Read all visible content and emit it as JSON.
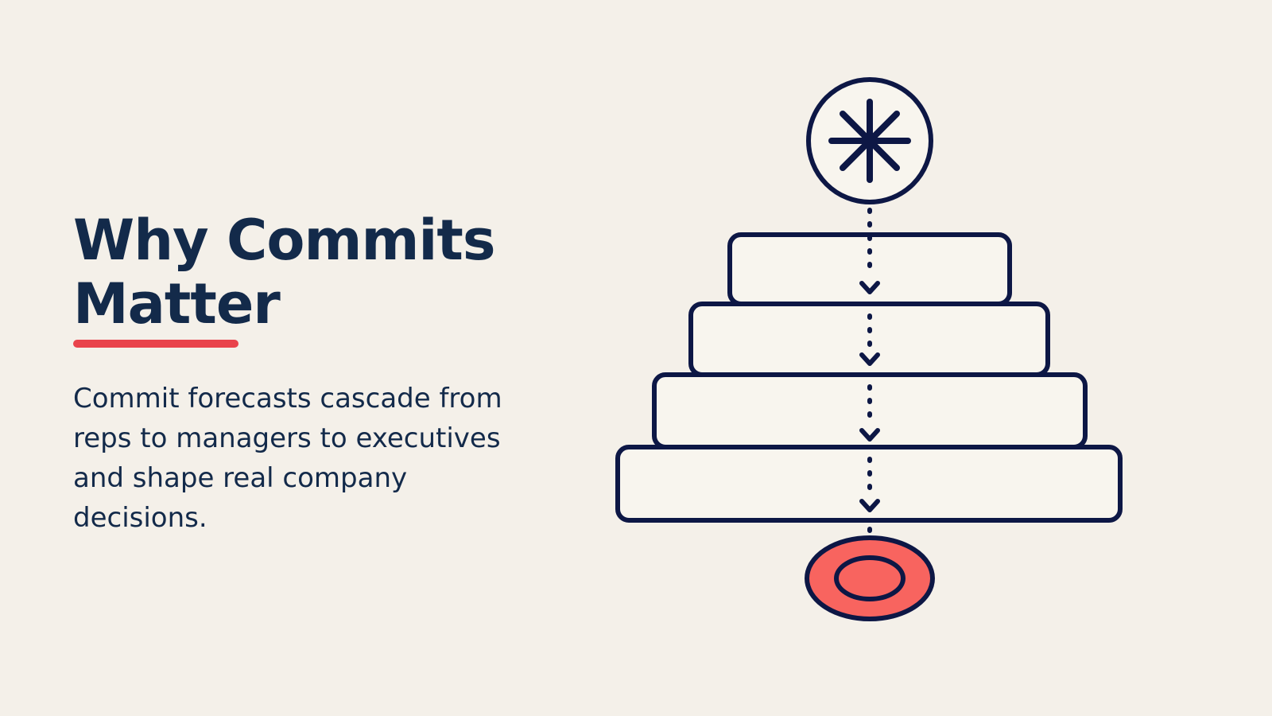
{
  "slide": {
    "title_line1": "Why Commits",
    "title_line2": "Matter",
    "body": "Commit forecasts cascade from reps to managers to executives and shape real company decisions."
  },
  "colors": {
    "background": "#f4f0e9",
    "ink": "#0d1745",
    "text": "#132a4a",
    "accent": "#e9434b",
    "target_fill": "#f8645f",
    "tier_fill": "#f8f5ee"
  },
  "diagram": {
    "source_icon": "asterisk-icon",
    "tier_count": 4,
    "target_icon": "target-icon",
    "flow": "downward dotted arrows"
  }
}
